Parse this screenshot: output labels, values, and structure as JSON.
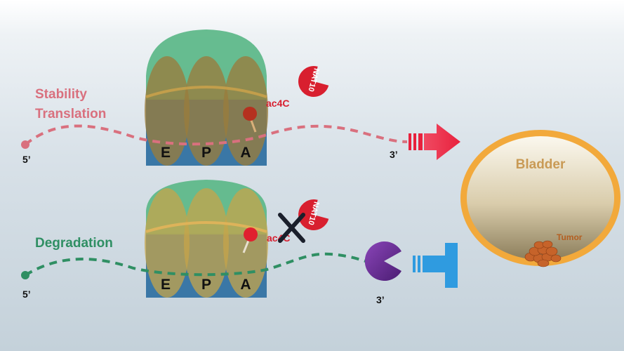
{
  "top_pathway": {
    "labels": [
      "Stability",
      "Translation"
    ],
    "five_prime": "5’",
    "three_prime": "3’",
    "modification": "ac4C",
    "enzyme": "NAT10",
    "sites": [
      "E",
      "P",
      "A"
    ]
  },
  "bottom_pathway": {
    "label": "Degradation",
    "five_prime": "5’",
    "three_prime": "3’",
    "modification": "ac4C",
    "enzyme": "NAT10",
    "sites": [
      "E",
      "P",
      "A"
    ]
  },
  "organ": {
    "name": "Bladder",
    "tumor_label": "Tumor"
  },
  "colors": {
    "pink_mrna": "#d9707e",
    "green_mrna": "#2f8f63",
    "red_arrow": "#e8213d",
    "blue_inhibit": "#2f9be0",
    "enzyme_red": "#d81f2f",
    "degrader_purple": "#6a2c9a",
    "bladder_rim": "#f2a93b"
  }
}
